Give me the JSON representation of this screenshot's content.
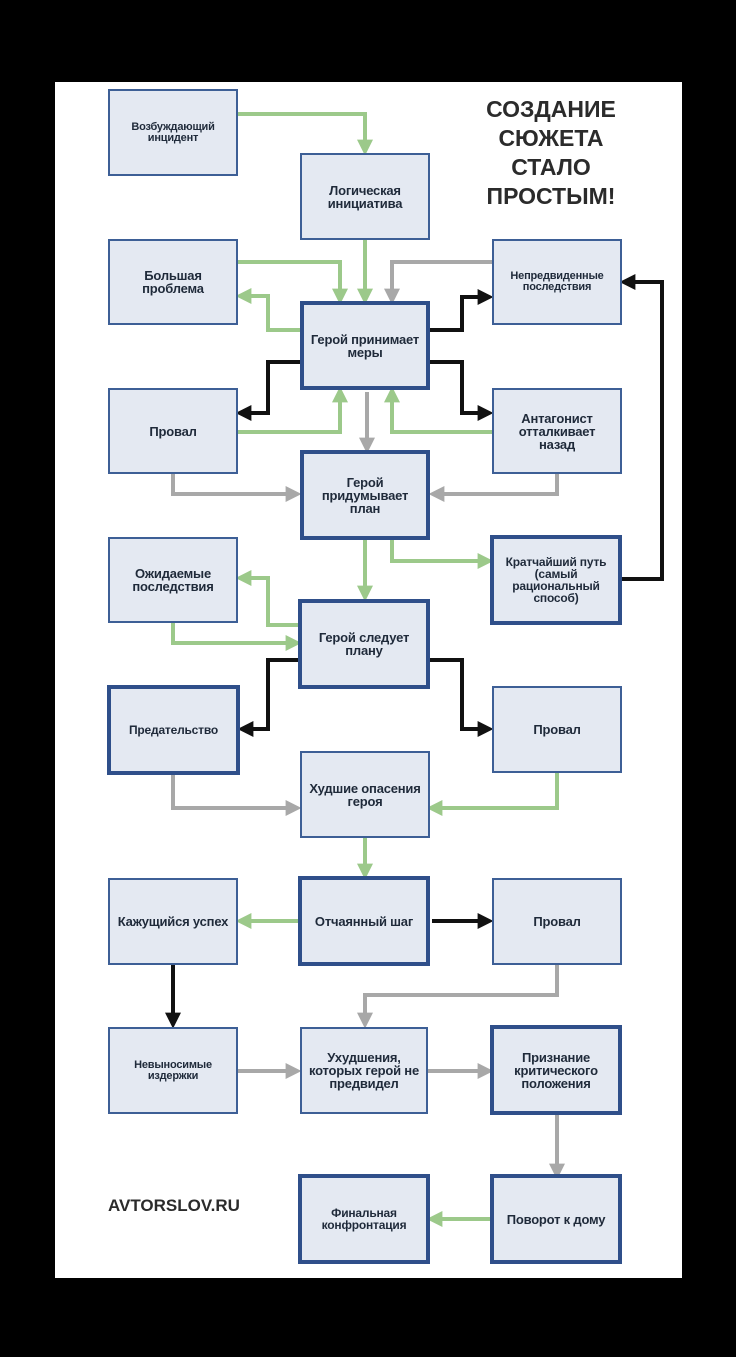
{
  "title": "СОЗДАНИЕ\nСЮЖЕТА\nСТАЛО\nПРОСТЫМ!",
  "site": "AVTORSLOV.RU",
  "colors": {
    "green": "#9cc98a",
    "gray": "#a8a8a8",
    "black": "#111111",
    "box_fill": "#e4e9f2",
    "box_border": "#3d5f96"
  },
  "nodes": {
    "inciting": "Возбуждающий инцидент",
    "logical": "Логическая инициатива",
    "big_problem": "Большая проблема",
    "unforeseen": "Непредвиденные последствия",
    "hero_acts": "Герой принимает меры",
    "fail1": "Провал",
    "antagonist": "Антагонист отталкивает назад",
    "hero_plans": "Герой придумывает план",
    "expected": "Ожидаемые последствия",
    "shortest": "Кратчайший путь (самый рациональный способ)",
    "hero_follows": "Герой следует плану",
    "betrayal": "Предательство",
    "fail2": "Провал",
    "worst_fears": "Худшие опасения героя",
    "apparent_success": "Кажущийся успех",
    "desperate": "Отчаянный шаг",
    "fail3": "Провал",
    "costs": "Невыносимые издержки",
    "worse": "Ухудшения, которых герой не предвидел",
    "critical": "Признание критического положения",
    "final": "Финальная конфронтация",
    "turn_home": "Поворот к дому"
  }
}
